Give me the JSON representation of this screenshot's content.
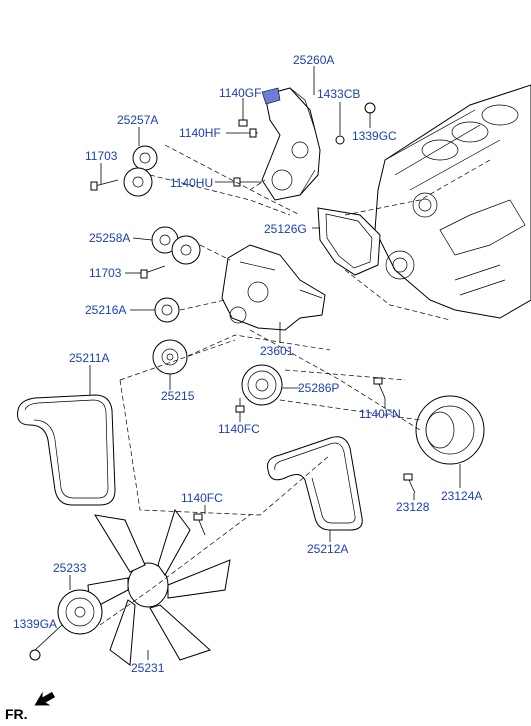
{
  "parts": {
    "p25260A": "25260A",
    "p1140GF": "1140GF",
    "p1433CB": "1433CB",
    "p25257A": "25257A",
    "p1140HF": "1140HF",
    "p1339GC": "1339GC",
    "p11703a": "11703",
    "p1140HU": "1140HU",
    "p25126G": "25126G",
    "p25258A": "25258A",
    "p11703b": "11703",
    "p25216A": "25216A",
    "p23601": "23601",
    "p25211A": "25211A",
    "p25286P": "25286P",
    "p25215": "25215",
    "p1140FN": "1140FN",
    "p1140FC1": "1140FC",
    "p1140FC2": "1140FC",
    "p23128": "23128",
    "p23124A": "23124A",
    "p25212A": "25212A",
    "p25233": "25233",
    "p1339GA": "1339GA",
    "p25231": "25231"
  },
  "front_indicator": "FR.",
  "colors": {
    "label": "#1a3fb5",
    "line": "#000000",
    "highlight": "#6b7fd6"
  }
}
